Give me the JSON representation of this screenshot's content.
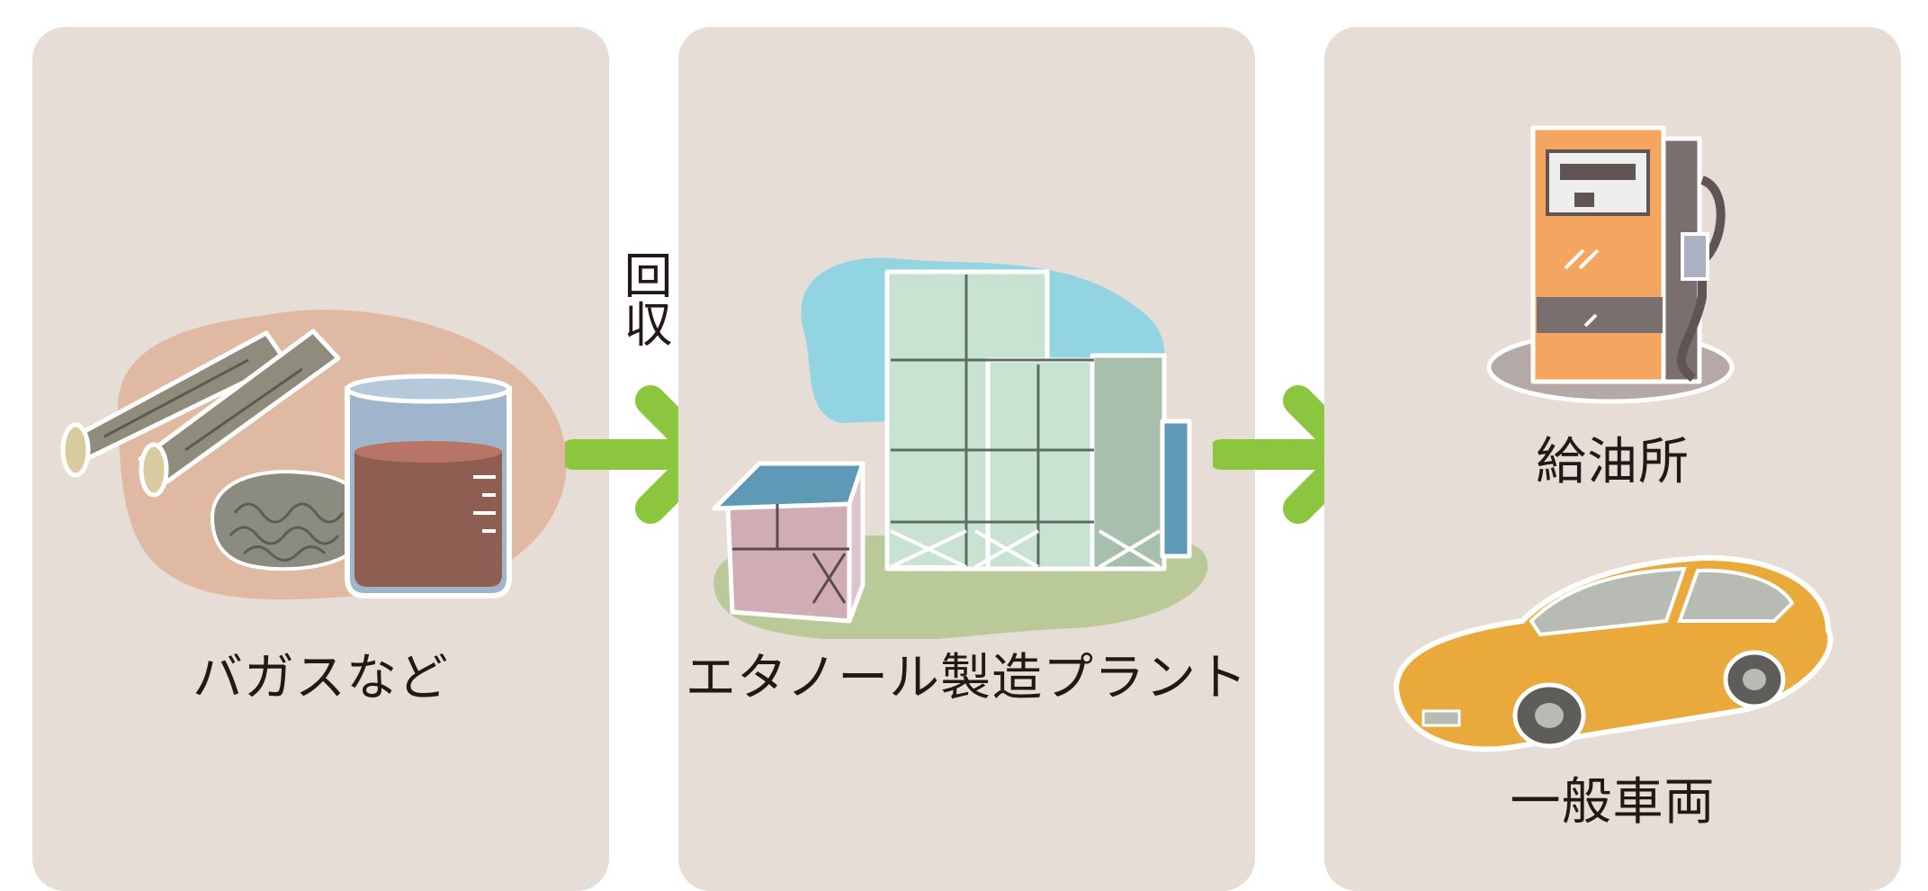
{
  "stages": [
    {
      "label": "バガスなど"
    },
    {
      "label": "エタノール製造プラント"
    },
    {
      "label_top": "給油所",
      "label_bottom": "一般車両"
    }
  ],
  "transfer_label": "回収",
  "colors": {
    "panel": "#e7ddd7",
    "arrow": "#8cc63f",
    "text": "#231815"
  }
}
